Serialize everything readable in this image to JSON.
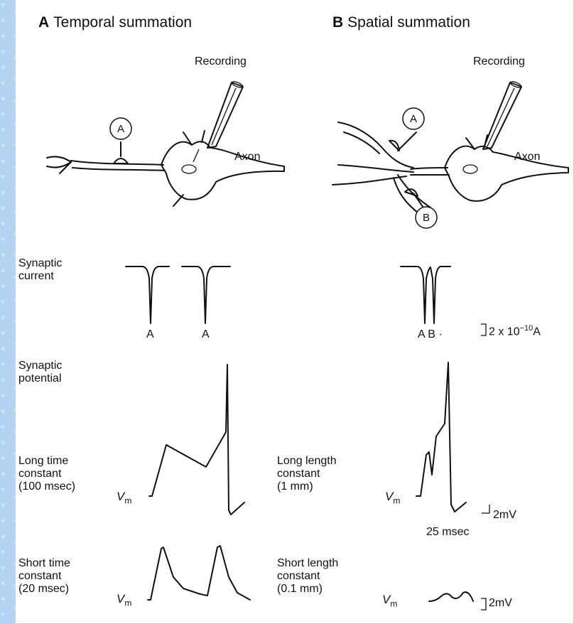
{
  "panel_a": {
    "letter": "A",
    "title": "Temporal summation",
    "recording_label": "Recording",
    "axon_label": "Axon",
    "synapse_label": "A",
    "current_marks": [
      "A",
      "A"
    ],
    "long_label": "Long time\nconstant\n(100 msec)",
    "short_label": "Short time\nconstant\n(20 msec)"
  },
  "panel_b": {
    "letter": "B",
    "title": "Spatial summation",
    "recording_label": "Recording",
    "axon_label": "Axon",
    "synapse_a_label": "A",
    "synapse_b_label": "B",
    "current_marks": "A B ·",
    "long_label": "Long length\nconstant\n(1 mm)",
    "short_label": "Short length\nconstant\n(0.1 mm)"
  },
  "row_labels": {
    "synaptic_current": "Synaptic\ncurrent",
    "synaptic_potential": "Synaptic\npotential"
  },
  "membrane_potential": {
    "symbol": "V",
    "subscript": "m"
  },
  "scale_bars": {
    "current_prefix": "2 x 10",
    "current_exponent": "−10",
    "current_unit": "A",
    "voltage_long": "2mV",
    "time": "25 msec",
    "voltage_short": "2mV"
  }
}
